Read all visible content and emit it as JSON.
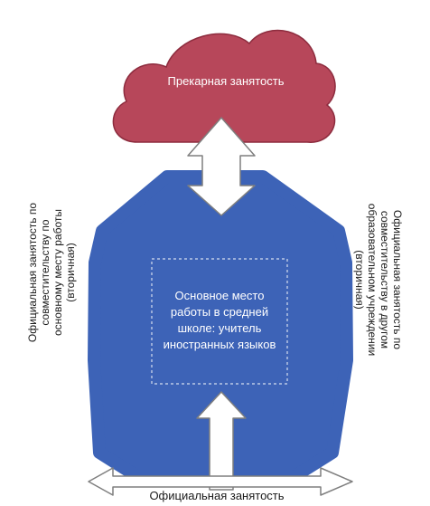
{
  "cloud": {
    "label": "Прекарная занятость"
  },
  "center": {
    "label": "Основное место работы в средней школе: учитель иностранных языков"
  },
  "left": {
    "label": "Официальная занятость по\nсовместительству по\nосновному месту работы\n(вторичная)"
  },
  "right": {
    "label": "Официальная занятость по\nсовместительству в другом\nобразовательном учреждении\n(вторичная)"
  },
  "bottom": {
    "label": "Официальная занятость"
  },
  "colors": {
    "heptagon": "#3d63b7",
    "cloud": "#b7475a",
    "arrow_fill": "#ffffff",
    "arrow_stroke": "#7f7f7f"
  }
}
